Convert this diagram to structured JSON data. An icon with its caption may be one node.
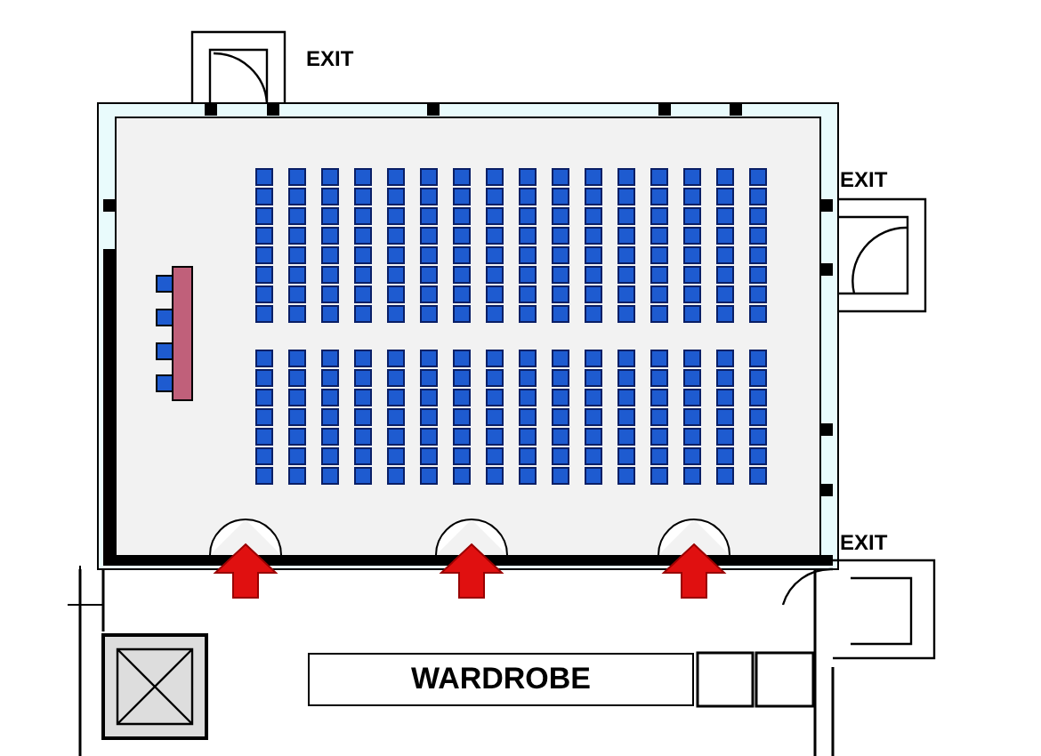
{
  "diagram": {
    "nodes": [
      {
        "text": [
          "WARDROBE"
        ]
      }
    ],
    "labels": [
      "EXIT",
      "EXIT",
      "EXIT"
    ]
  }
}
